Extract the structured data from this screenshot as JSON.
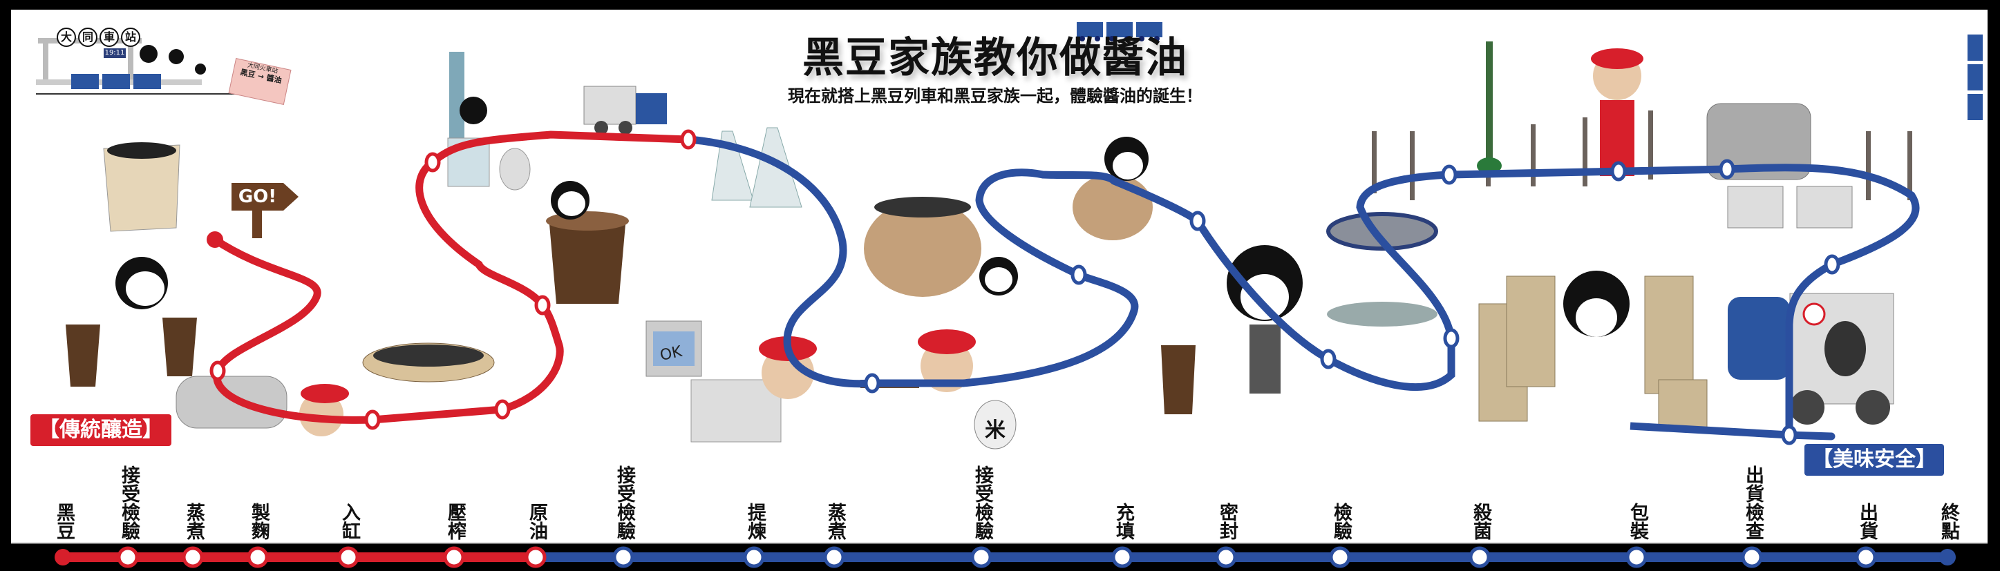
{
  "title": "黑豆家族教你做醬油",
  "subtitle": "現在就搭上黑豆列車和黑豆家族一起，體驗醬油的誕生！",
  "logo": {
    "station_chars": [
      "大",
      "同",
      "車",
      "站"
    ],
    "clock": "19:11",
    "ticket_line1": "大同火車站",
    "ticket_line2": "黑豆 → 醬油"
  },
  "signs": {
    "go": "GO!",
    "ok": "OK",
    "rice": "米"
  },
  "tags": {
    "traditional": "【傳統釀造】",
    "safety": "【美味安全】"
  },
  "colors": {
    "red_line": "#d71f2b",
    "blue_line": "#2b4f9f"
  },
  "stations": [
    {
      "label": "黑豆",
      "line": "red"
    },
    {
      "label": "接受檢驗",
      "line": "red"
    },
    {
      "label": "蒸煮",
      "line": "red"
    },
    {
      "label": "製麴",
      "line": "red"
    },
    {
      "label": "入缸",
      "line": "red"
    },
    {
      "label": "壓榨",
      "line": "red"
    },
    {
      "label": "原油",
      "line": "red"
    },
    {
      "label": "接受檢驗",
      "line": "blue"
    },
    {
      "label": "提煉",
      "line": "blue"
    },
    {
      "label": "蒸煮",
      "line": "blue"
    },
    {
      "label": "接受檢驗",
      "line": "blue"
    },
    {
      "label": "充填",
      "line": "blue"
    },
    {
      "label": "密封",
      "line": "blue"
    },
    {
      "label": "檢驗",
      "line": "blue"
    },
    {
      "label": "殺菌",
      "line": "blue"
    },
    {
      "label": "包裝",
      "line": "blue"
    },
    {
      "label": "出貨檢查",
      "line": "blue"
    },
    {
      "label": "出貨",
      "line": "blue"
    },
    {
      "label": "終點",
      "line": "blue"
    }
  ]
}
